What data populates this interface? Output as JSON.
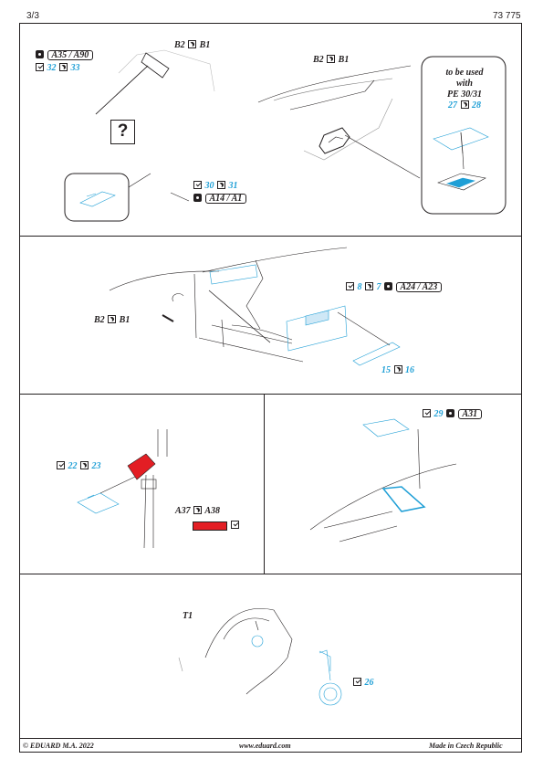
{
  "header": {
    "page": "3/3",
    "catalog": "73 775"
  },
  "sections": {
    "s1": {
      "label_b2b1_left": {
        "a": "B2",
        "b": "B1"
      },
      "paint_a35": "A35 / A90",
      "parts_32_33": {
        "a": "32",
        "b": "33"
      },
      "question": "?",
      "parts_30_31": {
        "a": "30",
        "b": "31"
      },
      "paint_a14": "A14 / A1",
      "label_b2b1_right": {
        "a": "B2",
        "b": "B1"
      },
      "note": {
        "line1": "to be used",
        "line2": "with",
        "line3": "PE 30/31",
        "part_a": "27",
        "part_b": "28"
      }
    },
    "s2": {
      "parts_8_7": {
        "a": "8",
        "b": "7"
      },
      "paint": "A24 / A23",
      "parts_15_16": {
        "a": "15",
        "b": "16"
      },
      "label_b2b1": {
        "a": "B2",
        "b": "B1"
      }
    },
    "s3": {
      "parts_22_23": {
        "a": "22",
        "b": "23"
      },
      "paint_a37_a38": {
        "a": "A37",
        "b": "A38"
      }
    },
    "s4": {
      "part_29": "29",
      "paint": "A31"
    },
    "s5": {
      "label_t1": "T1",
      "part_26": "26"
    }
  },
  "footer": {
    "copyright": "© EDUARD  M.A. 2022",
    "web": "www.eduard.com",
    "origin": "Made in Czech Republic"
  },
  "colors": {
    "accent_blue": "#1f9fd6",
    "red": "#e31e24",
    "ink": "#231f20"
  },
  "icons": [
    "check-icon",
    "eduard-logo-icon",
    "paint-palette-icon"
  ]
}
